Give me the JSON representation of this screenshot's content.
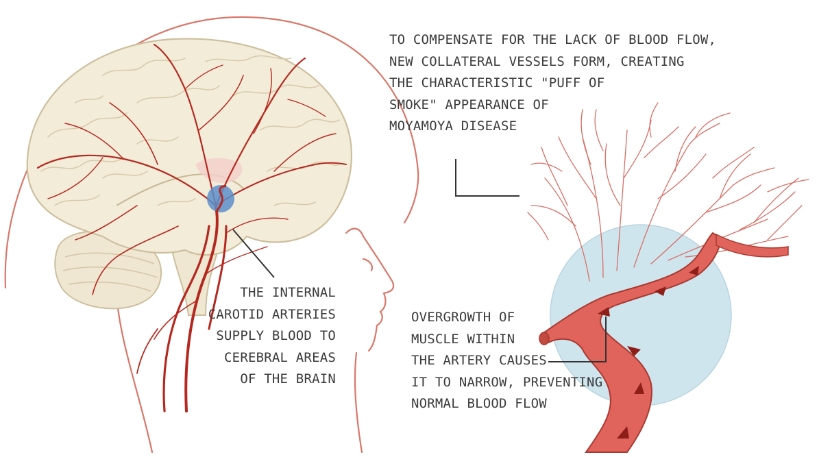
{
  "labels": {
    "collateral": [
      "TO COMPENSATE FOR THE LACK OF BLOOD FLOW,",
      "NEW COLLATERAL VESSELS FORM, CREATING",
      "THE CHARACTERISTIC \"PUFF OF",
      "SMOKE\" APPEARANCE OF",
      "MOYAMOYA DISEASE"
    ],
    "carotid": [
      "THE INTERNAL",
      "CAROTID ARTERIES",
      "SUPPLY BLOOD TO",
      "CEREBRAL AREAS",
      "OF THE BRAIN"
    ],
    "overgrowth": [
      "OVERGROWTH OF",
      "MUSCLE WITHIN",
      "THE ARTERY CAUSES",
      "IT TO NARROW, PREVENTING",
      "NORMAL BLOOD FLOW"
    ]
  },
  "colors": {
    "artery": "#b5281f",
    "vessel_fill": "#e0645b",
    "brain_fill": "#f3ecd9",
    "brain_outline": "#cdbf9e",
    "head_outline": "#d9776a",
    "circle_fill": "#cfe5ee",
    "blue_spot": "#5b8fc9",
    "callout_line": "#333333",
    "text": "#3b3b3b"
  }
}
